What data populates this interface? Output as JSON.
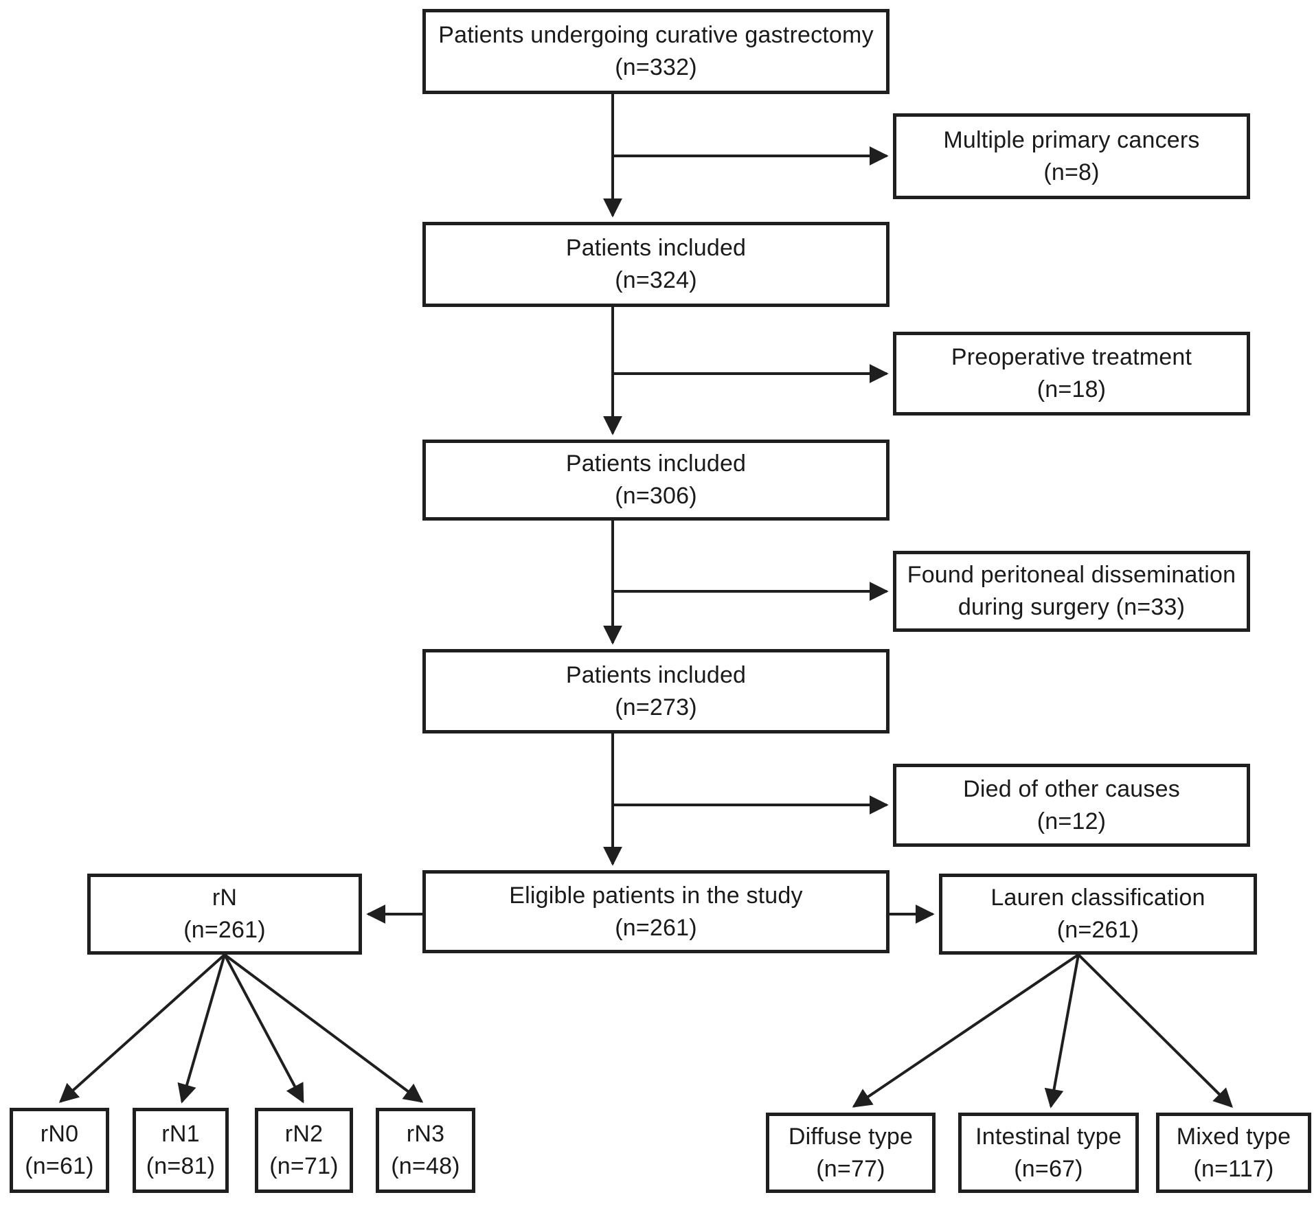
{
  "diagram": {
    "kind": "patient-flow-diagram",
    "colors": {
      "line": "#1f1f1f",
      "box_background": "#ffffff",
      "text": "#1a1a1a",
      "page_background": "#ffffff"
    },
    "main_flow": [
      {
        "line1": "Patients undergoing curative gastrectomy",
        "line2": "(n=332)"
      },
      {
        "line1": "Patients included",
        "line2": "(n=324)"
      },
      {
        "line1": "Patients included",
        "line2": "(n=306)"
      },
      {
        "line1": "Patients included",
        "line2": "(n=273)"
      },
      {
        "line1": "Eligible patients in the study",
        "line2": "(n=261)"
      }
    ],
    "exclusions": [
      {
        "line1": "Multiple primary cancers",
        "line2": "(n=8)"
      },
      {
        "line1": "Preoperative treatment",
        "line2": "(n=18)"
      },
      {
        "line1": "Found peritoneal dissemination",
        "line2": "during surgery (n=33)"
      },
      {
        "line1": "Died of other causes",
        "line2": "(n=12)"
      }
    ],
    "rn_group": {
      "parent": {
        "line1": "rN",
        "line2": "(n=261)"
      },
      "children": [
        {
          "line1": "rN0",
          "line2": "(n=61)"
        },
        {
          "line1": "rN1",
          "line2": "(n=81)"
        },
        {
          "line1": "rN2",
          "line2": "(n=71)"
        },
        {
          "line1": "rN3",
          "line2": "(n=48)"
        }
      ]
    },
    "lauren_group": {
      "parent": {
        "line1": "Lauren classification",
        "line2": "(n=261)"
      },
      "children": [
        {
          "line1": "Diffuse type",
          "line2": "(n=77)"
        },
        {
          "line1": "Intestinal type",
          "line2": "(n=67)"
        },
        {
          "line1": "Mixed type",
          "line2": "(n=117)"
        }
      ]
    }
  }
}
